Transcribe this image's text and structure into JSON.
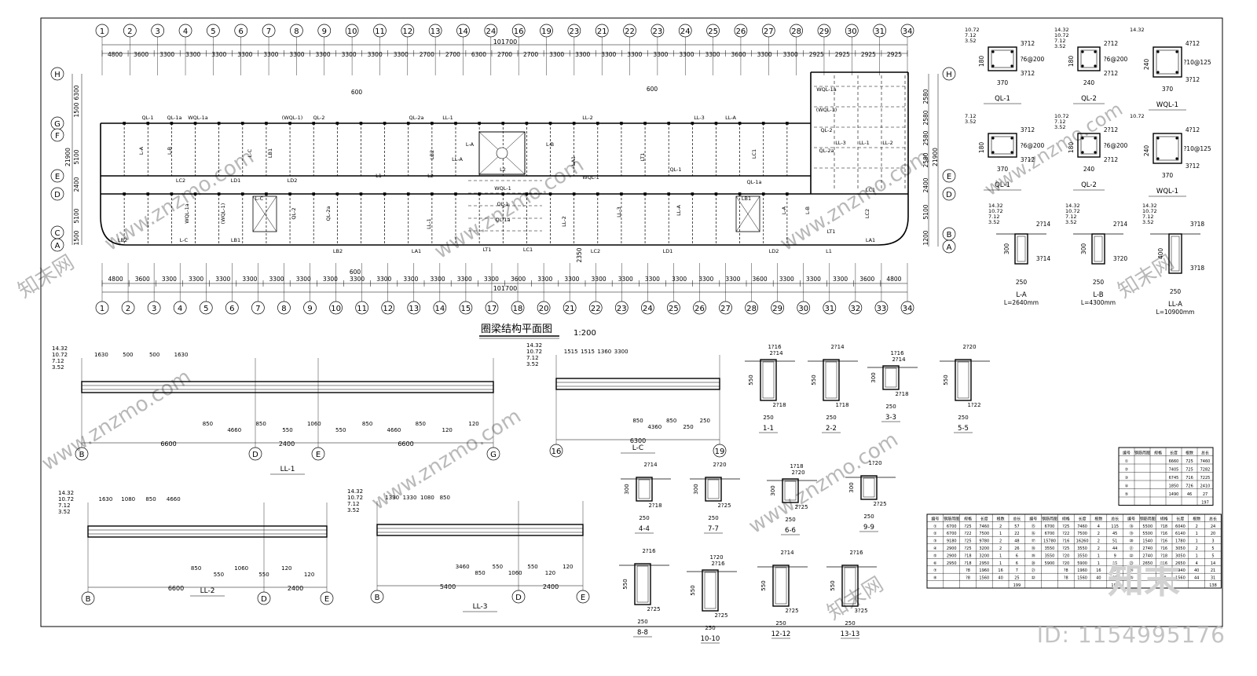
{
  "title": "圈梁结构平面图",
  "scale": "1:200",
  "plan": {
    "grid_top": [
      "1",
      "2",
      "3",
      "4",
      "5",
      "6",
      "7",
      "8",
      "9",
      "10",
      "11",
      "12",
      "13",
      "14",
      "24",
      "16",
      "19",
      "23",
      "21",
      "22",
      "23",
      "24",
      "25",
      "26",
      "27",
      "28",
      "29",
      "30",
      "31",
      "34"
    ],
    "grid_bottom": [
      "1",
      "2",
      "3",
      "4",
      "5",
      "6",
      "7",
      "8",
      "9",
      "10",
      "11",
      "12",
      "13",
      "14",
      "15",
      "17",
      "18",
      "20",
      "21",
      "22",
      "23",
      "24",
      "25",
      "26",
      "27",
      "28",
      "29",
      "30",
      "31",
      "32",
      "33",
      "34"
    ],
    "grid_rows_left": [
      "H",
      "G",
      "F",
      "E",
      "D",
      "C",
      "A"
    ],
    "grid_rows_right": [
      "H",
      "E",
      "D",
      "B",
      "A"
    ],
    "total_dim": "101700",
    "spans_top": [
      "4800",
      "3600",
      "3300",
      "3300",
      "3300",
      "3300",
      "3300",
      "3300",
      "3300",
      "3300",
      "3300",
      "3300",
      "2700",
      "2700",
      "6300",
      "2700",
      "2700",
      "3300",
      "3300",
      "3300",
      "3300",
      "3300",
      "3300",
      "3300",
      "3600",
      "3300",
      "3300",
      "2925",
      "2925",
      "2925",
      "2925"
    ],
    "spans_bottom": [
      "4800",
      "3600",
      "3300",
      "3300",
      "3300",
      "3300",
      "3300",
      "3300",
      "3300",
      "3300",
      "3300",
      "3300",
      "3300",
      "3300",
      "3300",
      "3600",
      "3300",
      "3300",
      "3300",
      "3300",
      "3300",
      "3300",
      "3300",
      "3300",
      "3600",
      "3300",
      "3300",
      "3300",
      "3600",
      "4800"
    ],
    "left_dims": [
      "1500",
      "6300",
      "21900",
      "5100",
      "2400",
      "5100",
      "1500"
    ],
    "right_dims": [
      "2580",
      "2580",
      "2580",
      "2580",
      "21900",
      "2400",
      "5100",
      "1200"
    ],
    "misc_dims": [
      "600",
      "600",
      "600",
      "2350"
    ],
    "beam_labels": [
      "QL-1",
      "QL-1a",
      "WQL-1a",
      "(WQL-1)",
      "QL-2",
      "QL-2a",
      "LL-1",
      "LL-2",
      "LL-3",
      "LL-A",
      "L-A",
      "L-B",
      "L-C",
      "LB1",
      "LB2",
      "LA1",
      "LT1",
      "LC1",
      "LC2",
      "LD1",
      "LD2",
      "L1",
      "L2",
      "WQL-1"
    ]
  },
  "sections_top_right": [
    {
      "name": "QL-1",
      "w": "370",
      "h": "180",
      "top": "3?12",
      "stirrup": "?6@200",
      "bottom": "3?12",
      "levels": [
        "10.72",
        "7.12",
        "3.52"
      ]
    },
    {
      "name": "QL-2",
      "w": "240",
      "h": "180",
      "top": "2?12",
      "stirrup": "?6@200",
      "bottom": "2?12",
      "levels": [
        "14.32",
        "10.72",
        "7.12",
        "3.52"
      ]
    },
    {
      "name": "WQL-1",
      "w": "370",
      "h": "240",
      "top": "4?12",
      "stirrup": "?10@125",
      "bottom": "3?12",
      "levels": [
        "14.32"
      ]
    },
    {
      "name": "QL-1",
      "w": "370",
      "h": "180",
      "top": "3?12",
      "stirrup": "?6@200",
      "bottom": "3?12",
      "levels": [
        "7.12",
        "3.52"
      ]
    },
    {
      "name": "QL-2",
      "w": "240",
      "h": "180",
      "top": "2?12",
      "stirrup": "?6@200",
      "bottom": "2?12",
      "levels": [
        "10.72",
        "7.12",
        "3.52"
      ]
    },
    {
      "name": "WQL-1",
      "w": "370",
      "h": "240",
      "top": "4?12",
      "stirrup": "?10@125",
      "bottom": "3?12",
      "levels": [
        "10.72"
      ]
    }
  ],
  "lintel_sections": [
    {
      "name": "L-A",
      "len": "L=2640mm",
      "w": "250",
      "h": "300",
      "top": "2?14",
      "bottom": "3?14",
      "levels": [
        "14.32",
        "10.72",
        "7.12",
        "3.52"
      ]
    },
    {
      "name": "L-B",
      "len": "L=4300mm",
      "w": "250",
      "h": "300",
      "top": "2?14",
      "bottom": "3?20",
      "levels": [
        "14.32",
        "10.72",
        "7.12",
        "3.52"
      ]
    },
    {
      "name": "LL-A",
      "len": "L=10900mm",
      "w": "250",
      "h": "400",
      "top": "3?18",
      "bottom": "3?18",
      "levels": [
        "14.32",
        "10.72",
        "7.12",
        "3.52"
      ]
    }
  ],
  "elevations": [
    {
      "name": "LL-1",
      "axes": [
        "B",
        "D",
        "E",
        "G"
      ],
      "spans": [
        "6600",
        "2400",
        "6600"
      ],
      "levels": [
        "14.32",
        "10.72",
        "7.12",
        "3.52"
      ],
      "dims": [
        "1630",
        "500",
        "500",
        "1630",
        "850",
        "4660",
        "850",
        "550",
        "1060",
        "550",
        "850",
        "4660",
        "850",
        "120",
        "120"
      ]
    },
    {
      "name": "L-C",
      "axes": [
        "16",
        "19"
      ],
      "spans": [
        "6300"
      ],
      "levels": [
        "14.32",
        "10.72",
        "7.12",
        "3.52"
      ],
      "dims": [
        "1515",
        "1515",
        "1360",
        "3300",
        "850",
        "4360",
        "850",
        "250",
        "250"
      ]
    },
    {
      "name": "LL-2",
      "axes": [
        "B",
        "D",
        "E"
      ],
      "spans": [
        "6600",
        "2400"
      ],
      "levels": [
        "14.32",
        "10.72",
        "7.12",
        "3.52"
      ],
      "dims": [
        "1630",
        "1080",
        "850",
        "4660",
        "850",
        "550",
        "1060",
        "550",
        "120",
        "120"
      ]
    },
    {
      "name": "LL-3",
      "axes": [
        "B",
        "D",
        "E"
      ],
      "spans": [
        "5400",
        "2400"
      ],
      "levels": [
        "14.32",
        "10.72",
        "7.12",
        "3.52"
      ],
      "dims": [
        "1330",
        "1330",
        "1080",
        "850",
        "3460",
        "850",
        "550",
        "1060",
        "550",
        "120",
        "120"
      ]
    }
  ],
  "cross_sections": [
    {
      "name": "1-1",
      "w": "250",
      "h": "550",
      "top": "1?16",
      "mid": "2?14",
      "bottom": "2?18"
    },
    {
      "name": "2-2",
      "w": "250",
      "h": "550",
      "top": "2?14",
      "bottom": "1?18"
    },
    {
      "name": "3-3",
      "w": "250",
      "h": "300",
      "top": "1?16",
      "mid": "2?14",
      "bottom": "2?18"
    },
    {
      "name": "5-5",
      "w": "250",
      "h": "550",
      "top": "2?20",
      "bottom": "1?22"
    },
    {
      "name": "4-4",
      "w": "250",
      "h": "300",
      "top": "2?14",
      "bottom": "2?18"
    },
    {
      "name": "7-7",
      "w": "250",
      "h": "300",
      "top": "2?20",
      "bottom": "2?25"
    },
    {
      "name": "6-6",
      "w": "250",
      "h": "300",
      "top": "1?18",
      "mid": "2?20",
      "bottom": "2?25"
    },
    {
      "name": "9-9",
      "w": "250",
      "h": "300",
      "top": "1?20",
      "bottom": "2?25"
    },
    {
      "name": "8-8",
      "w": "250",
      "h": "550",
      "top": "2?16",
      "bottom": "2?25"
    },
    {
      "name": "10-10",
      "w": "250",
      "h": "550",
      "top": "1?20",
      "mid": "2?16",
      "bottom": "2?25"
    },
    {
      "name": "12-12",
      "w": "250",
      "h": "550",
      "top": "2?14",
      "bottom": "2?25"
    },
    {
      "name": "13-13",
      "w": "250",
      "h": "550",
      "top": "2?16",
      "bottom": "3?25"
    }
  ],
  "rebar_table_small": {
    "headers": [
      "编号",
      "钢筋简图",
      "规格",
      "长度",
      "根数",
      "总长"
    ],
    "rows": [
      [
        "①",
        "",
        "",
        "6660",
        "725",
        "7460"
      ],
      [
        "②",
        "",
        "",
        "7405",
        "725",
        "7282"
      ],
      [
        "③",
        "",
        "",
        "6745",
        "716",
        "7225"
      ],
      [
        "④",
        "",
        "",
        "1850",
        "726",
        "2410"
      ],
      [
        "⑤",
        "",
        "",
        "1490",
        "46",
        "27"
      ],
      [
        "",
        "",
        "",
        "",
        "",
        "197"
      ]
    ]
  },
  "rebar_table_large": {
    "headers": [
      "编号",
      "钢筋简图",
      "规格",
      "长度",
      "根数",
      "总长",
      "编号",
      "钢筋简图",
      "规格",
      "长度",
      "根数",
      "总长",
      "编号",
      "钢筋简图",
      "规格",
      "长度",
      "根数",
      "总长"
    ],
    "rows": [
      [
        "①",
        "6700",
        "?25",
        "7460",
        "2",
        "57",
        "⑮",
        "6700",
        "?25",
        "7460",
        "4",
        "115",
        "⑱",
        "5500",
        "?18",
        "6040",
        "2",
        "24"
      ],
      [
        "②",
        "6700",
        "?22",
        "7500",
        "1",
        "22",
        "⑯",
        "6700",
        "?22",
        "7500",
        "2",
        "45",
        "⑲",
        "5500",
        "?16",
        "6140",
        "1",
        "20"
      ],
      [
        "③",
        "9180",
        "?25",
        "9780",
        "2",
        "48",
        "⑰",
        "15780",
        "?16",
        "16260",
        "2",
        "51",
        "⑳",
        "1540",
        "?16",
        "1780",
        "1",
        "3"
      ],
      [
        "④",
        "2900",
        "?25",
        "3200",
        "2",
        "26",
        "⑱",
        "3550",
        "?25",
        "3550",
        "2",
        "44",
        "㉑",
        "2740",
        "?16",
        "3050",
        "2",
        "5"
      ],
      [
        "⑤",
        "2900",
        "?18",
        "3200",
        "1",
        "6",
        "⑲",
        "3550",
        "?20",
        "3550",
        "1",
        "9",
        "㉒",
        "2740",
        "?18",
        "3050",
        "1",
        "5"
      ],
      [
        "⑥",
        "2950",
        "?18",
        "2950",
        "1",
        "6",
        "⑳",
        "5900",
        "?20",
        "5900",
        "1",
        "15",
        "㉓",
        "2650",
        "?16",
        "2650",
        "4",
        "14"
      ],
      [
        "⑦",
        "",
        "?8",
        "1960",
        "16",
        "7",
        "㉑",
        "",
        "?8",
        "1960",
        "16",
        "7",
        "㉔",
        "",
        "?8",
        "1940",
        "40",
        "21"
      ],
      [
        "⑧",
        "",
        "?8",
        "1560",
        "40",
        "25",
        "㉒",
        "",
        "?8",
        "1560",
        "40",
        "25",
        "㉕",
        "",
        "?8",
        "1560",
        "44",
        "31"
      ],
      [
        "",
        "",
        "",
        "",
        "",
        "199",
        "",
        "",
        "",
        "",
        "",
        "198",
        "",
        "",
        "",
        "",
        "",
        "138"
      ]
    ]
  },
  "watermark": {
    "site": "www.znzmo.com",
    "brand": "知末网",
    "logo": "知末",
    "id": "ID: 1154995176"
  }
}
